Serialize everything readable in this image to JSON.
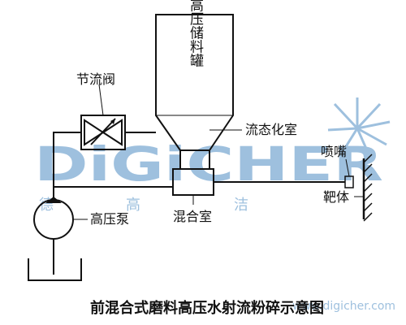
{
  "labels": {
    "tank": "高压储料罐",
    "throttle_valve": "节流阀",
    "fluidization_chamber": "流态化室",
    "nozzle": "喷嘴",
    "target": "靶体",
    "high_pressure_pump": "高压泵",
    "mixing_chamber": "混合室"
  },
  "caption": "前混合式磨料高压水射流粉碎示意图",
  "watermark": {
    "brand": "DiGiCHER",
    "chinese": [
      "德",
      "高",
      "洁"
    ],
    "url": "www.digicher.com",
    "color": "#8eb6d9"
  }
}
